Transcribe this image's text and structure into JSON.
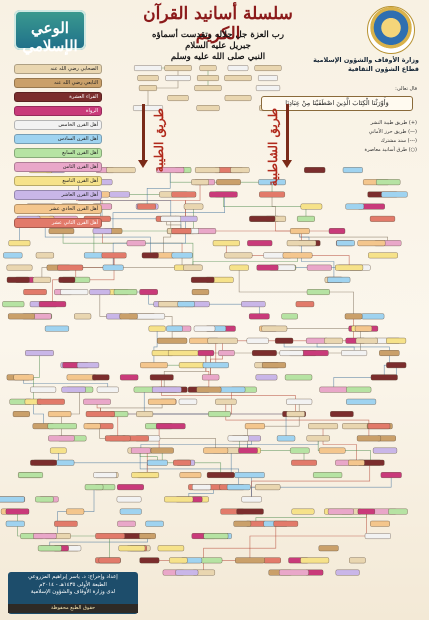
{
  "header": {
    "publication_logo_text": "الوعي الإسلامي",
    "title": "سلسلة أسانيد القرآن الكريم",
    "subtitle_lines": [
      "رب العزة جل جلاله وتقدست أسماؤه",
      "جبريل عليه السلام",
      "النبي صلى الله عليه وسلم"
    ],
    "ministry_lines": [
      "وزارة الأوقاف والشؤون الإسلامية",
      "قطاع الشؤون الثقافية"
    ],
    "verse": "وَأَوْرَثْنَا الْكِتَابَ الَّذِينَ اصْطَفَيْنَا مِنْ عِبَادِنَا",
    "verse_intro": "قال تعالى:"
  },
  "legend": {
    "items": [
      {
        "label": "الصحابي رضي الله عنه",
        "color": "#e9d6b0"
      },
      {
        "label": "التابعي رضي الله عنه",
        "color": "#caa06a"
      },
      {
        "label": "القراء العشرة",
        "color": "#7b2d2d"
      },
      {
        "label": "الرواة",
        "color": "#c93a7a"
      },
      {
        "label": "أهل القرن الخامس",
        "color": "#f2f2f2"
      },
      {
        "label": "أهل القرن السادس",
        "color": "#9fd3f0"
      },
      {
        "label": "أهل القرن السابع",
        "color": "#b6e3a3"
      },
      {
        "label": "أهل القرن الثامن",
        "color": "#e9a7c9"
      },
      {
        "label": "أهل القرن التاسع",
        "color": "#f6e28a"
      },
      {
        "label": "أهل القرن العاشر",
        "color": "#c9b6e8"
      },
      {
        "label": "أهل القرن الحادي عشر",
        "color": "#f4c68d"
      },
      {
        "label": "أهل القرن الثاني عشر",
        "color": "#e27a6a"
      }
    ]
  },
  "side_labels": {
    "right": "طريق الشاطبية",
    "left": "طريق الطيبة"
  },
  "right_notes": [
    "(+) طريق طيبة النشر",
    "(—) طريق حرز الأماني",
    "(---) سند مشترك",
    "(○) طرق أسانيد معاصرة"
  ],
  "footer": {
    "lines": [
      "إعداد وإخراج: د. ياسر إبراهيم المزروعي",
      "الطبعة الأولى ١٤٣٥هـ - ٢٠١٤م",
      "لدى وزارة الأوقاف والشؤون الإسلامية"
    ],
    "rights": "حقوق الطبع محفوظة"
  },
  "colors": {
    "title_red": "#8b1a1a",
    "accent_brown": "#7a2a18",
    "line_blue": "#3f6f9a",
    "line_green": "#4b8a4b",
    "line_red": "#b2402f"
  }
}
